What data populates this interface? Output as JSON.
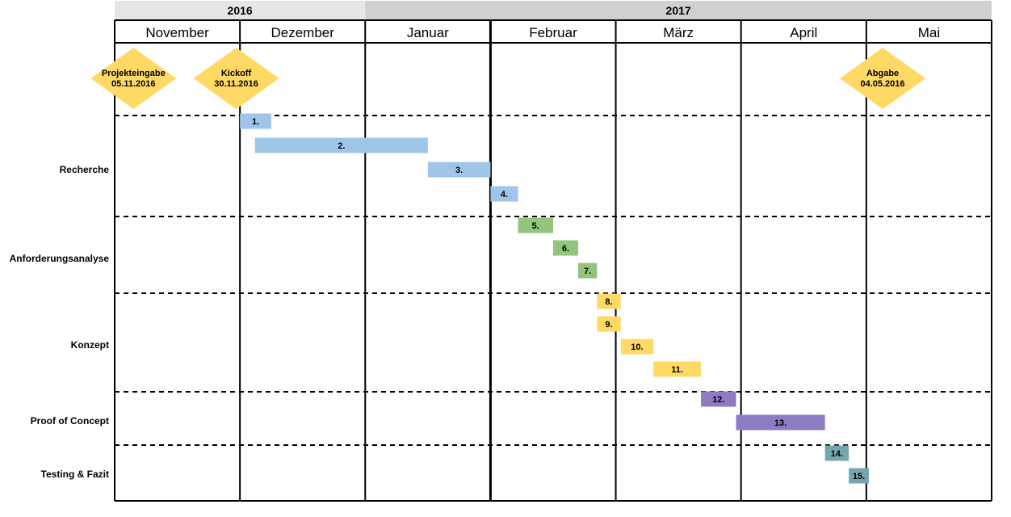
{
  "chart_data": {
    "type": "gantt",
    "years": [
      {
        "label": "2016",
        "start": 0,
        "end": 2
      },
      {
        "label": "2017",
        "start": 2,
        "end": 7
      }
    ],
    "months": [
      "November",
      "Dezember",
      "Januar",
      "Februar",
      "März",
      "April",
      "Mai"
    ],
    "milestones": [
      {
        "title": "Projekteingabe",
        "date": "05.11.2016",
        "month_pos": 0.15
      },
      {
        "title": "Kickoff",
        "date": "30.11.2016",
        "month_pos": 0.97
      },
      {
        "title": "Abgabe",
        "date": "04.05.2016",
        "month_pos": 6.13
      }
    ],
    "phases": [
      {
        "label": "Recherche",
        "color": "#9fc5e8"
      },
      {
        "label": "Anforderungsanalyse",
        "color": "#93c47d"
      },
      {
        "label": "Konzept",
        "color": "#ffd966"
      },
      {
        "label": "Proof of Concept",
        "color": "#8e7cc3"
      },
      {
        "label": "Testing & Fazit",
        "color": "#76a5af"
      }
    ],
    "tasks": [
      {
        "label": "1.",
        "phase": 0,
        "start": 1.0,
        "end": 1.25
      },
      {
        "label": "2.",
        "phase": 0,
        "start": 1.12,
        "end": 2.5
      },
      {
        "label": "3.",
        "phase": 0,
        "start": 2.5,
        "end": 3.0
      },
      {
        "label": "4.",
        "phase": 0,
        "start": 3.0,
        "end": 3.22
      },
      {
        "label": "5.",
        "phase": 1,
        "start": 3.22,
        "end": 3.5
      },
      {
        "label": "6.",
        "phase": 1,
        "start": 3.5,
        "end": 3.7
      },
      {
        "label": "7.",
        "phase": 1,
        "start": 3.7,
        "end": 3.85
      },
      {
        "label": "8.",
        "phase": 2,
        "start": 3.85,
        "end": 4.04
      },
      {
        "label": "9.",
        "phase": 2,
        "start": 3.85,
        "end": 4.04
      },
      {
        "label": "10.",
        "phase": 2,
        "start": 4.04,
        "end": 4.3
      },
      {
        "label": "11.",
        "phase": 2,
        "start": 4.3,
        "end": 4.68
      },
      {
        "label": "12.",
        "phase": 3,
        "start": 4.68,
        "end": 4.96
      },
      {
        "label": "13.",
        "phase": 3,
        "start": 4.96,
        "end": 5.67
      },
      {
        "label": "14.",
        "phase": 4,
        "start": 5.67,
        "end": 5.86
      },
      {
        "label": "15.",
        "phase": 4,
        "start": 5.86,
        "end": 6.02
      }
    ]
  }
}
